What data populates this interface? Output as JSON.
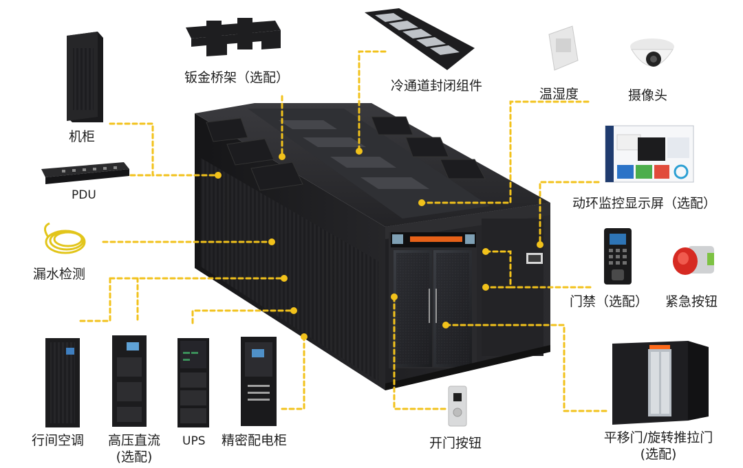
{
  "colors": {
    "leader": "#f2c21b",
    "cabinet": "#1f1f21",
    "cabinet_top": "#2c2c2f",
    "led_text": "#ff6a1a",
    "background": "#ffffff"
  },
  "components": {
    "cabinet": "机柜",
    "pdu": "PDU",
    "cable_tray": "钣金桥架（选配）",
    "cold_aisle": "冷通道封闭组件",
    "temp_humidity": "温湿度",
    "camera": "摄像头",
    "monitor_screen": "动环监控显示屏（选配）",
    "leak_detect": "漏水检测",
    "access_control": "门禁（选配）",
    "emergency_button": "紧急按钮",
    "inrow_ac": "行间空调",
    "hvdc_line1": "高压直流",
    "hvdc_line2": "(选配)",
    "ups": "UPS",
    "precision_panel": "精密配电柜",
    "door_button": "开门按钮",
    "sliding_door_line1": "平移门/旋转推拉门",
    "sliding_door_line2": "(选配)"
  },
  "icons": [
    "cabinet-icon",
    "pdu-icon",
    "cable-tray-icon",
    "cold-aisle-icon",
    "temp-humidity-sensor-icon",
    "camera-icon",
    "monitor-screen-icon",
    "leak-detection-cable-icon",
    "access-control-icon",
    "emergency-button-icon",
    "inrow-ac-icon",
    "hvdc-icon",
    "ups-icon",
    "precision-panel-icon",
    "door-button-icon",
    "sliding-door-icon"
  ]
}
